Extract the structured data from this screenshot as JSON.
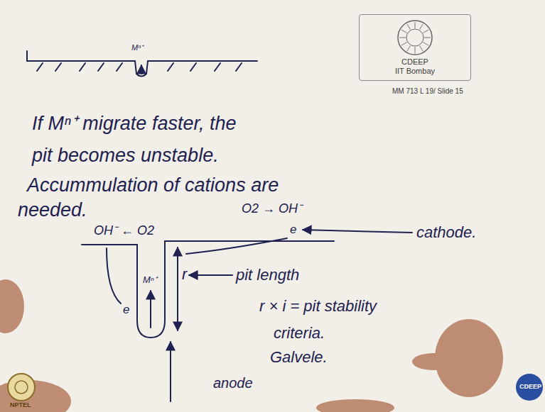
{
  "diagram": {
    "nodes": [
      {
        "text": [
          "CDEEP",
          "IIT Bombay"
        ]
      }
    ],
    "labels": [
      "Mⁿ⁺",
      "If Mⁿ⁺ migrate faster, the",
      "pit becomes unstable.",
      "Accummulation of cations are",
      "needed.",
      "OH⁻ ← O2",
      "O2 → OH⁻",
      "cathode.",
      "e",
      "e",
      "Mⁿ⁺",
      "r",
      "pit length",
      "r × i = pit stability",
      "criteria.",
      "Galvele.",
      "anode",
      "MM 713 L 19/ Slide 15",
      "NPTEL",
      "CDEEP"
    ]
  }
}
